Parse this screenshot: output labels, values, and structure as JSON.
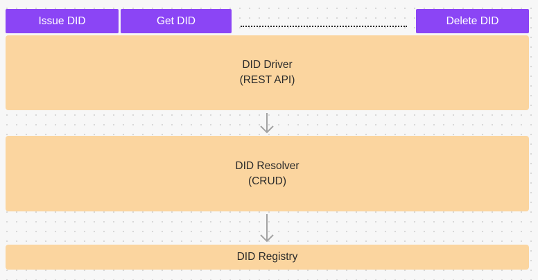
{
  "operations": {
    "issue_label": "Issue DID",
    "get_label": "Get DID",
    "delete_label": "Delete DID"
  },
  "layers": {
    "driver": {
      "title": "DID Driver",
      "subtitle": "(REST API)"
    },
    "resolver": {
      "title": "DID Resolver",
      "subtitle": "(CRUD)"
    },
    "registry": {
      "title": "DID Registry"
    }
  },
  "colors": {
    "button": "#8b45f5",
    "button_text": "#ffffff",
    "layer": "#fbd59f",
    "text": "#2b2b2b",
    "arrow": "#a3a3a3",
    "canvas": "#f7f7f7"
  }
}
